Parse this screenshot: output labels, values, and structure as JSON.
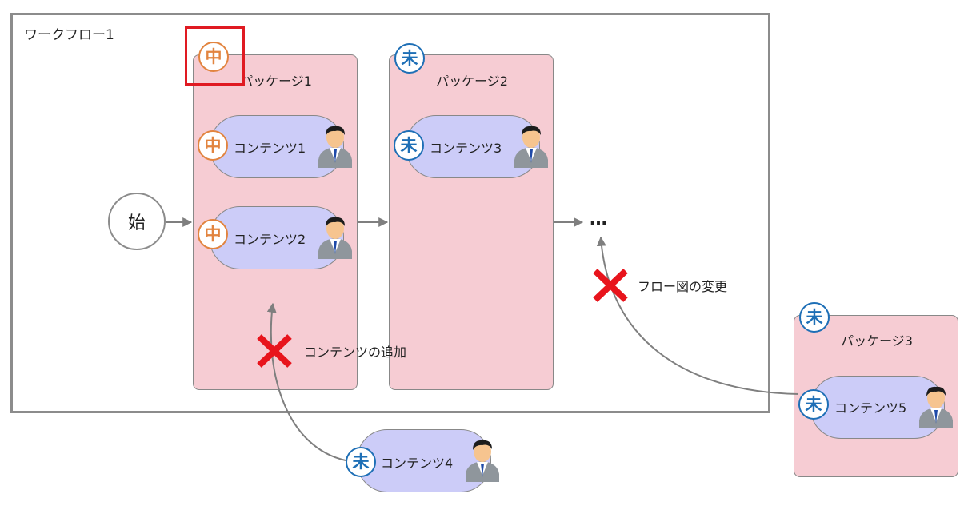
{
  "workflow": {
    "title": "ワークフロー1"
  },
  "start_node": {
    "label": "始"
  },
  "badges": {
    "in_progress": "中",
    "not_started": "未"
  },
  "packages": [
    {
      "title": "パッケージ1",
      "status": "中",
      "contents": [
        {
          "label": "コンテンツ1",
          "status": "中"
        },
        {
          "label": "コンテンツ2",
          "status": "中"
        }
      ]
    },
    {
      "title": "パッケージ2",
      "status": "未",
      "contents": [
        {
          "label": "コンテンツ3",
          "status": "未"
        }
      ]
    },
    {
      "title": "パッケージ3",
      "status": "未",
      "contents": [
        {
          "label": "コンテンツ5",
          "status": "未"
        }
      ]
    }
  ],
  "standalone_content": {
    "label": "コンテンツ4",
    "status": "未"
  },
  "ellipsis": "…",
  "notes": {
    "add_content": "コンテンツの追加",
    "change_flow": "フロー図の変更"
  },
  "colors": {
    "package_fill": "#f6ccd3",
    "content_fill": "#ccccf8",
    "in_progress": "#e2843f",
    "not_started": "#1e6fb6",
    "forbidden_x": "#e8141c",
    "highlight": "#e01a22",
    "frame": "#8c8c8c"
  }
}
